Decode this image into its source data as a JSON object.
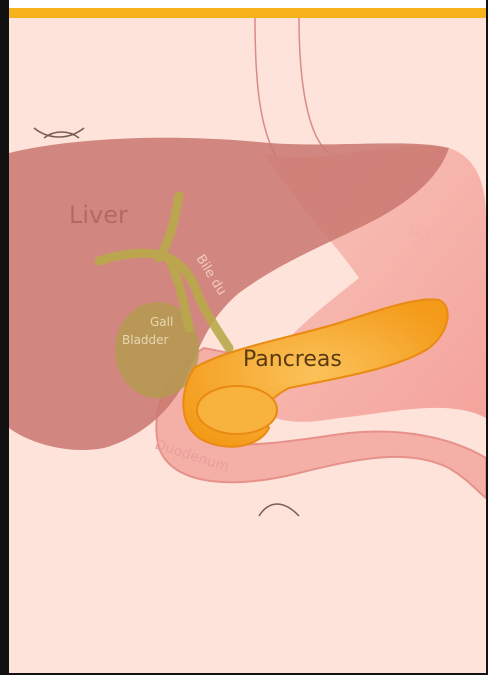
{
  "labels": {
    "liver": "Liver",
    "stomach": "Stoma",
    "bile_duct": "Bile du",
    "gall_bladder_line1": "Gall",
    "gall_bladder_line2": "Bladder",
    "pancreas": "Pancreas",
    "duodenum": "Duodenum"
  },
  "colors": {
    "accent_bar": "#f5b21a",
    "background": "#fde3d9",
    "liver": "#c9776f",
    "pancreas": "#f7a623",
    "gall_bladder": "#b59a4f",
    "stomach": "#f6b7ae"
  }
}
